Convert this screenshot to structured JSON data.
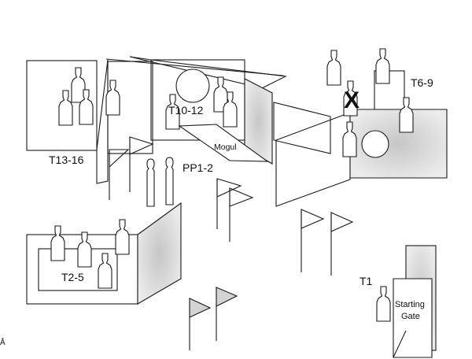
{
  "labels": {
    "t13_16": "T13-16",
    "t10_12": "T10-12",
    "t6_9": "T6-9",
    "pp1_2": "PP1-2",
    "t2_5": "T2-5",
    "t1": "T1",
    "mogul": "Mogul",
    "starting_gate_line1": "Starting",
    "starting_gate_line2": "Gate",
    "x_marker": "X",
    "edge_mark": "Å"
  },
  "colors": {
    "line": "#1a1a1a",
    "target_fill": "#ffffff",
    "shade": "#d4d4d4",
    "background": "#ffffff"
  }
}
